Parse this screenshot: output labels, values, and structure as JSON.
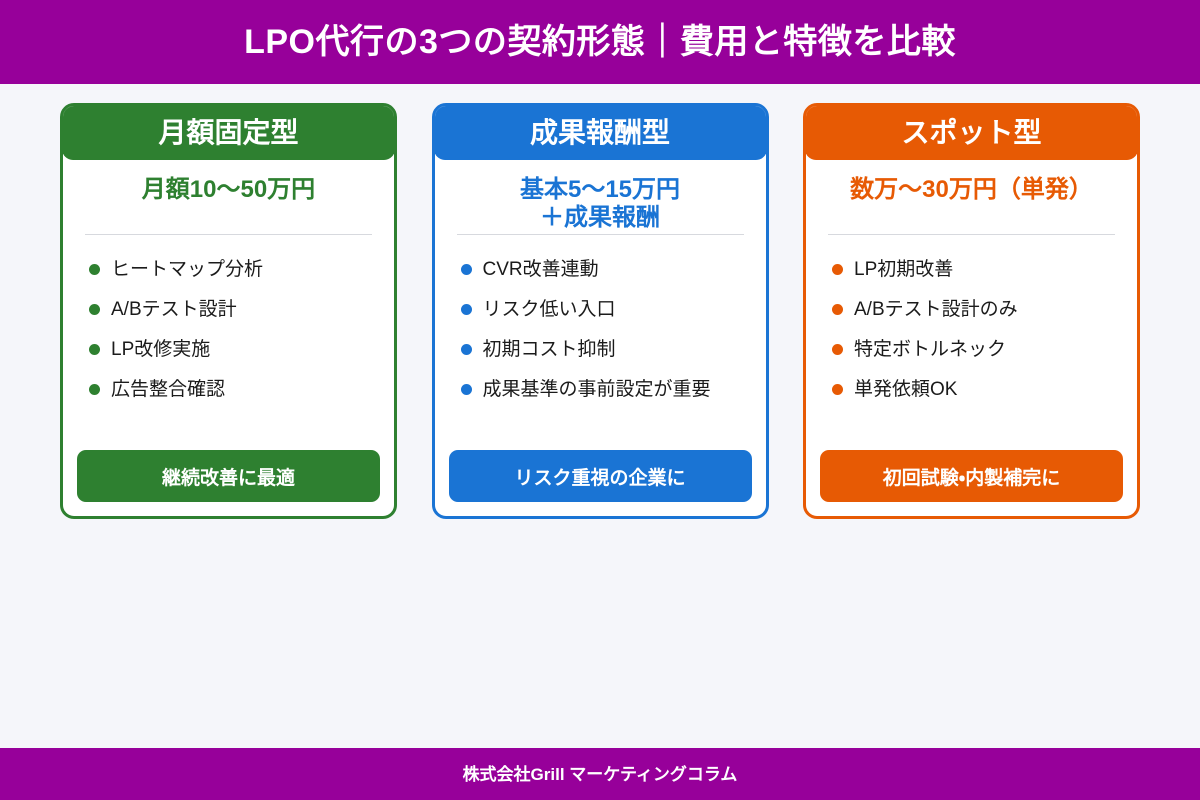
{
  "header": {
    "title": "LPO代行の3つの契約形態｜費用と特徴を比較",
    "background_color": "#97009a",
    "text_color": "#ffffff"
  },
  "cards": [
    {
      "title": "月額固定型",
      "accent_color": "#2e8030",
      "price_line_1": "月額10〜50万円",
      "price_line_2": "",
      "features": [
        "ヒートマップ分析",
        "A/Bテスト設計",
        "LP改修実施",
        "広告整合確認"
      ],
      "footer_label": "継続改善に最適"
    },
    {
      "title": "成果報酬型",
      "accent_color": "#1a74d4",
      "price_line_1": "基本5〜15万円",
      "price_line_2": "＋成果報酬",
      "features": [
        "CVR改善連動",
        "リスク低い入口",
        "初期コスト抑制",
        "成果基準の事前設定が重要"
      ],
      "footer_label": "リスク重視の企業に"
    },
    {
      "title": "スポット型",
      "accent_color": "#e75a04",
      "price_line_1": "数万〜30万円（単発）",
      "price_line_2": "",
      "features": [
        "LP初期改善",
        "A/Bテスト設計のみ",
        "特定ボトルネック",
        "単発依頼OK"
      ],
      "footer_label": "初回試験・内製補完に"
    }
  ],
  "footer": {
    "text": "株式会社Grill マーケティングコラム",
    "background_color": "#97009a",
    "text_color": "#ffffff"
  },
  "page": {
    "background_color": "#f5f6fa"
  }
}
